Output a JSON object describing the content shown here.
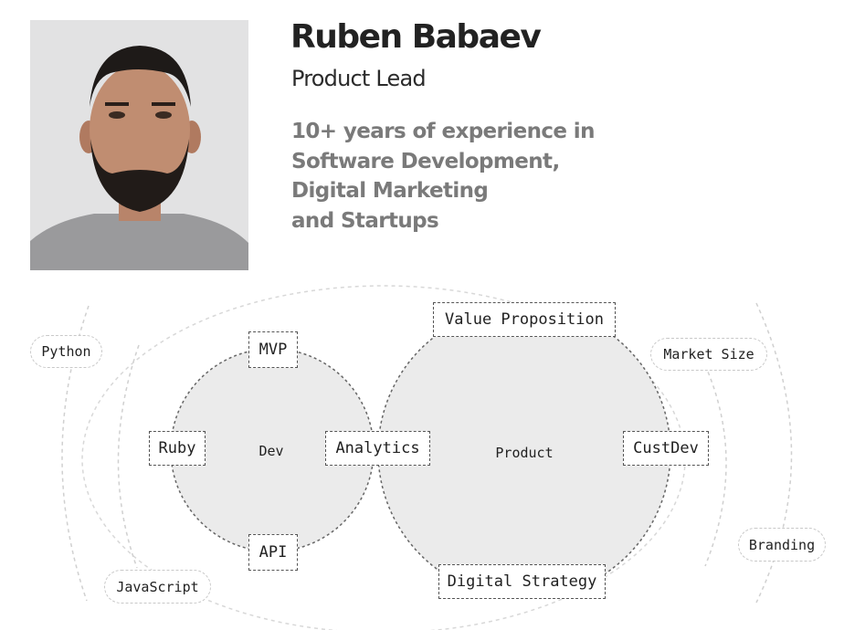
{
  "profile": {
    "name": "Ruben Babaev",
    "role": "Product Lead",
    "bio_lines": [
      "10+ years of experience in",
      "Software Development,",
      "Digital Marketing",
      "and Startups"
    ]
  },
  "diagram": {
    "circles": {
      "left": "Dev",
      "right": "Product"
    },
    "boxed_tags": [
      "MVP",
      "Value Proposition",
      "Ruby",
      "Analytics",
      "CustDev",
      "API",
      "Digital Strategy"
    ],
    "outer_tags": [
      "Python",
      "JavaScript",
      "Market Size",
      "Branding"
    ]
  },
  "colors": {
    "circle_fill": "#ebebeb",
    "bio_text": "#7a7a7a"
  }
}
